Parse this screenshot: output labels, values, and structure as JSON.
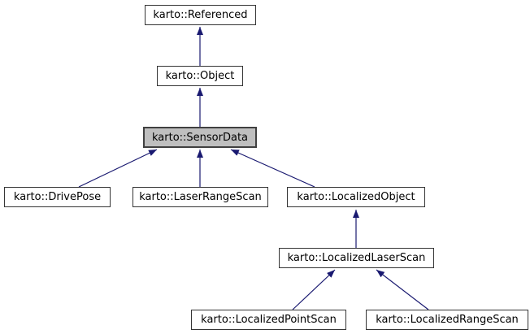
{
  "diagram": {
    "type": "class-inheritance-graph",
    "colors": {
      "arrow": "#191970",
      "node_border": "#353535",
      "highlight_fill": "#bfbfbf",
      "background": "#ffffff"
    },
    "nodes": [
      {
        "id": "referenced",
        "label": "karto::Referenced",
        "highlighted": false
      },
      {
        "id": "object",
        "label": "karto::Object",
        "highlighted": false
      },
      {
        "id": "sensordata",
        "label": "karto::SensorData",
        "highlighted": true
      },
      {
        "id": "drivepose",
        "label": "karto::DrivePose",
        "highlighted": false
      },
      {
        "id": "laserrangescan",
        "label": "karto::LaserRangeScan",
        "highlighted": false
      },
      {
        "id": "localizedobject",
        "label": "karto::LocalizedObject",
        "highlighted": false
      },
      {
        "id": "localizedlaserscan",
        "label": "karto::LocalizedLaserScan",
        "highlighted": false
      },
      {
        "id": "localizedpointscan",
        "label": "karto::LocalizedPointScan",
        "highlighted": false
      },
      {
        "id": "localizedrangescan",
        "label": "karto::LocalizedRangeScan",
        "highlighted": false
      }
    ],
    "edges": [
      {
        "child": "karto::Object",
        "parent": "karto::Referenced"
      },
      {
        "child": "karto::SensorData",
        "parent": "karto::Object"
      },
      {
        "child": "karto::DrivePose",
        "parent": "karto::SensorData"
      },
      {
        "child": "karto::LaserRangeScan",
        "parent": "karto::SensorData"
      },
      {
        "child": "karto::LocalizedObject",
        "parent": "karto::SensorData"
      },
      {
        "child": "karto::LocalizedLaserScan",
        "parent": "karto::LocalizedObject"
      },
      {
        "child": "karto::LocalizedPointScan",
        "parent": "karto::LocalizedLaserScan"
      },
      {
        "child": "karto::LocalizedRangeScan",
        "parent": "karto::LocalizedLaserScan"
      }
    ]
  }
}
